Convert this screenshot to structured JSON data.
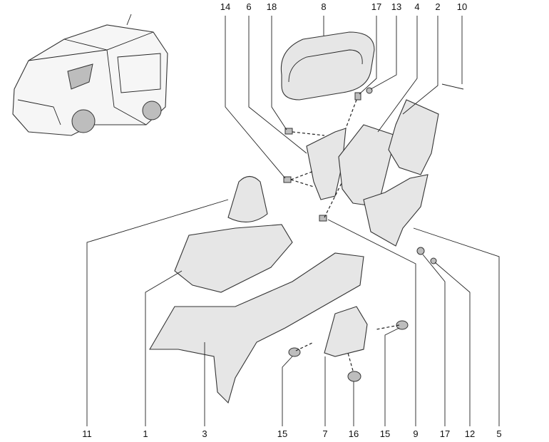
{
  "diagram": {
    "top_callouts": [
      "14",
      "6",
      "18",
      "8",
      "17",
      "13",
      "4",
      "2",
      "10"
    ],
    "bottom_callouts": [
      "11",
      "1",
      "3",
      "15",
      "7",
      "16",
      "15",
      "9",
      "17",
      "12",
      "5"
    ]
  }
}
